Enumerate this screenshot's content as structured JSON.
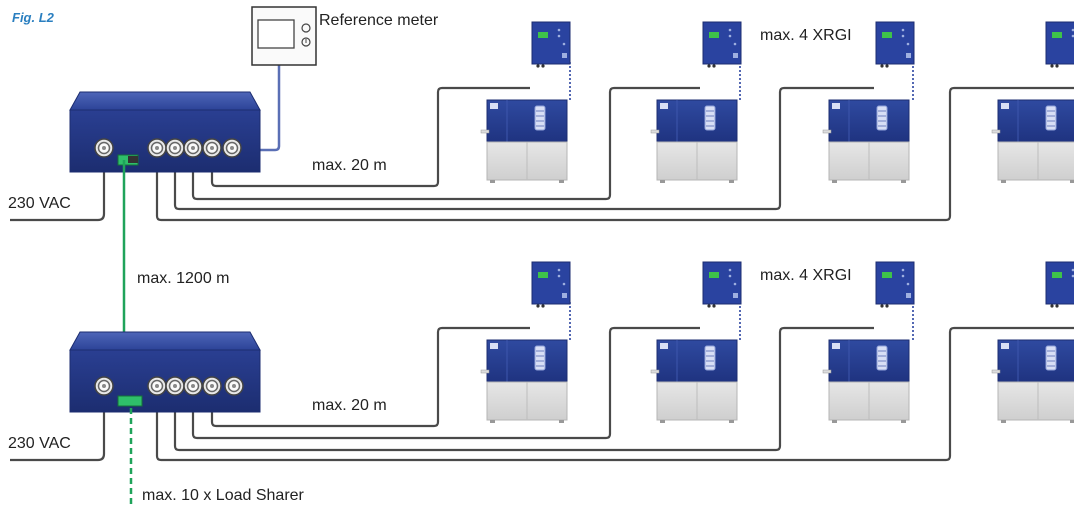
{
  "figure": {
    "caption": "Fig. L2"
  },
  "labels": {
    "reference_meter": "Reference meter",
    "max_xrgi_top": "max. 4 XRGI",
    "max_xrgi_bottom": "max. 4 XRGI",
    "max_20m_top": "max. 20 m",
    "max_20m_bottom": "max. 20 m",
    "max_1200m": "max. 1200 m",
    "vac_top": "230 VAC",
    "vac_bottom": "230 VAC",
    "load_sharer": "max. 10 x Load Sharer"
  },
  "colors": {
    "caption": "#2a7fc0",
    "cable": "#444444",
    "meter_cable": "#5a6fb5",
    "network_cable": "#1fa35a",
    "box_blue": "#233a8c",
    "unit_grey": "#d9d9d9"
  },
  "icons": {
    "power_box": "distribution-box-icon",
    "panel": "control-panel-icon",
    "xrgi": "chp-unit-icon",
    "meter": "reference-meter-icon"
  }
}
